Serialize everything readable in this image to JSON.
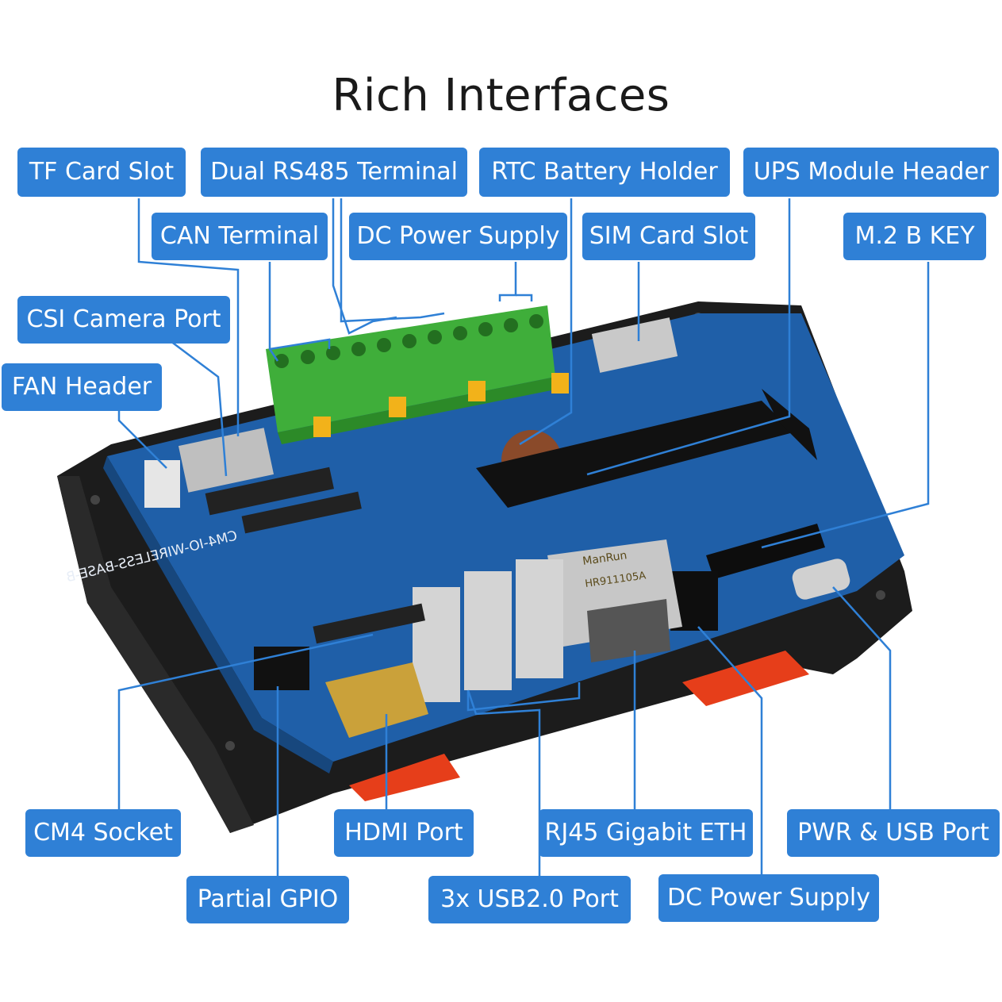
{
  "title": "Rich Interfaces",
  "board": {
    "silkscreen_name": "CM4-IO-WIRELESS-BASE-B",
    "rj45_brand": "ManRun",
    "rj45_part": "HR911105A"
  },
  "labels": {
    "tf_card_slot": "TF Card Slot",
    "dual_rs485_terminal": "Dual RS485 Terminal",
    "rtc_battery_holder": "RTC Battery Holder",
    "ups_module_header": "UPS Module Header",
    "can_terminal": "CAN Terminal",
    "dc_power_supply_top": "DC Power Supply",
    "sim_card_slot": "SIM Card Slot",
    "m2_b_key": "M.2 B KEY",
    "csi_camera_port": "CSI Camera Port",
    "fan_header": "FAN Header",
    "cm4_socket": "CM4 Socket",
    "hdmi_port": "HDMI Port",
    "rj45_gigabit_eth": "RJ45 Gigabit ETH",
    "pwr_usb_port": "PWR & USB Port",
    "partial_gpio": "Partial GPIO",
    "usb20_port": "3x USB2.0 Port",
    "dc_power_supply_bottom": "DC Power Supply"
  },
  "colors": {
    "label_bg": "#2f80d6",
    "pcb": "#1f5fa8",
    "enclosure": "#1c1c1c",
    "terminal": "#3fae3a",
    "leader": "#2f80d6"
  }
}
